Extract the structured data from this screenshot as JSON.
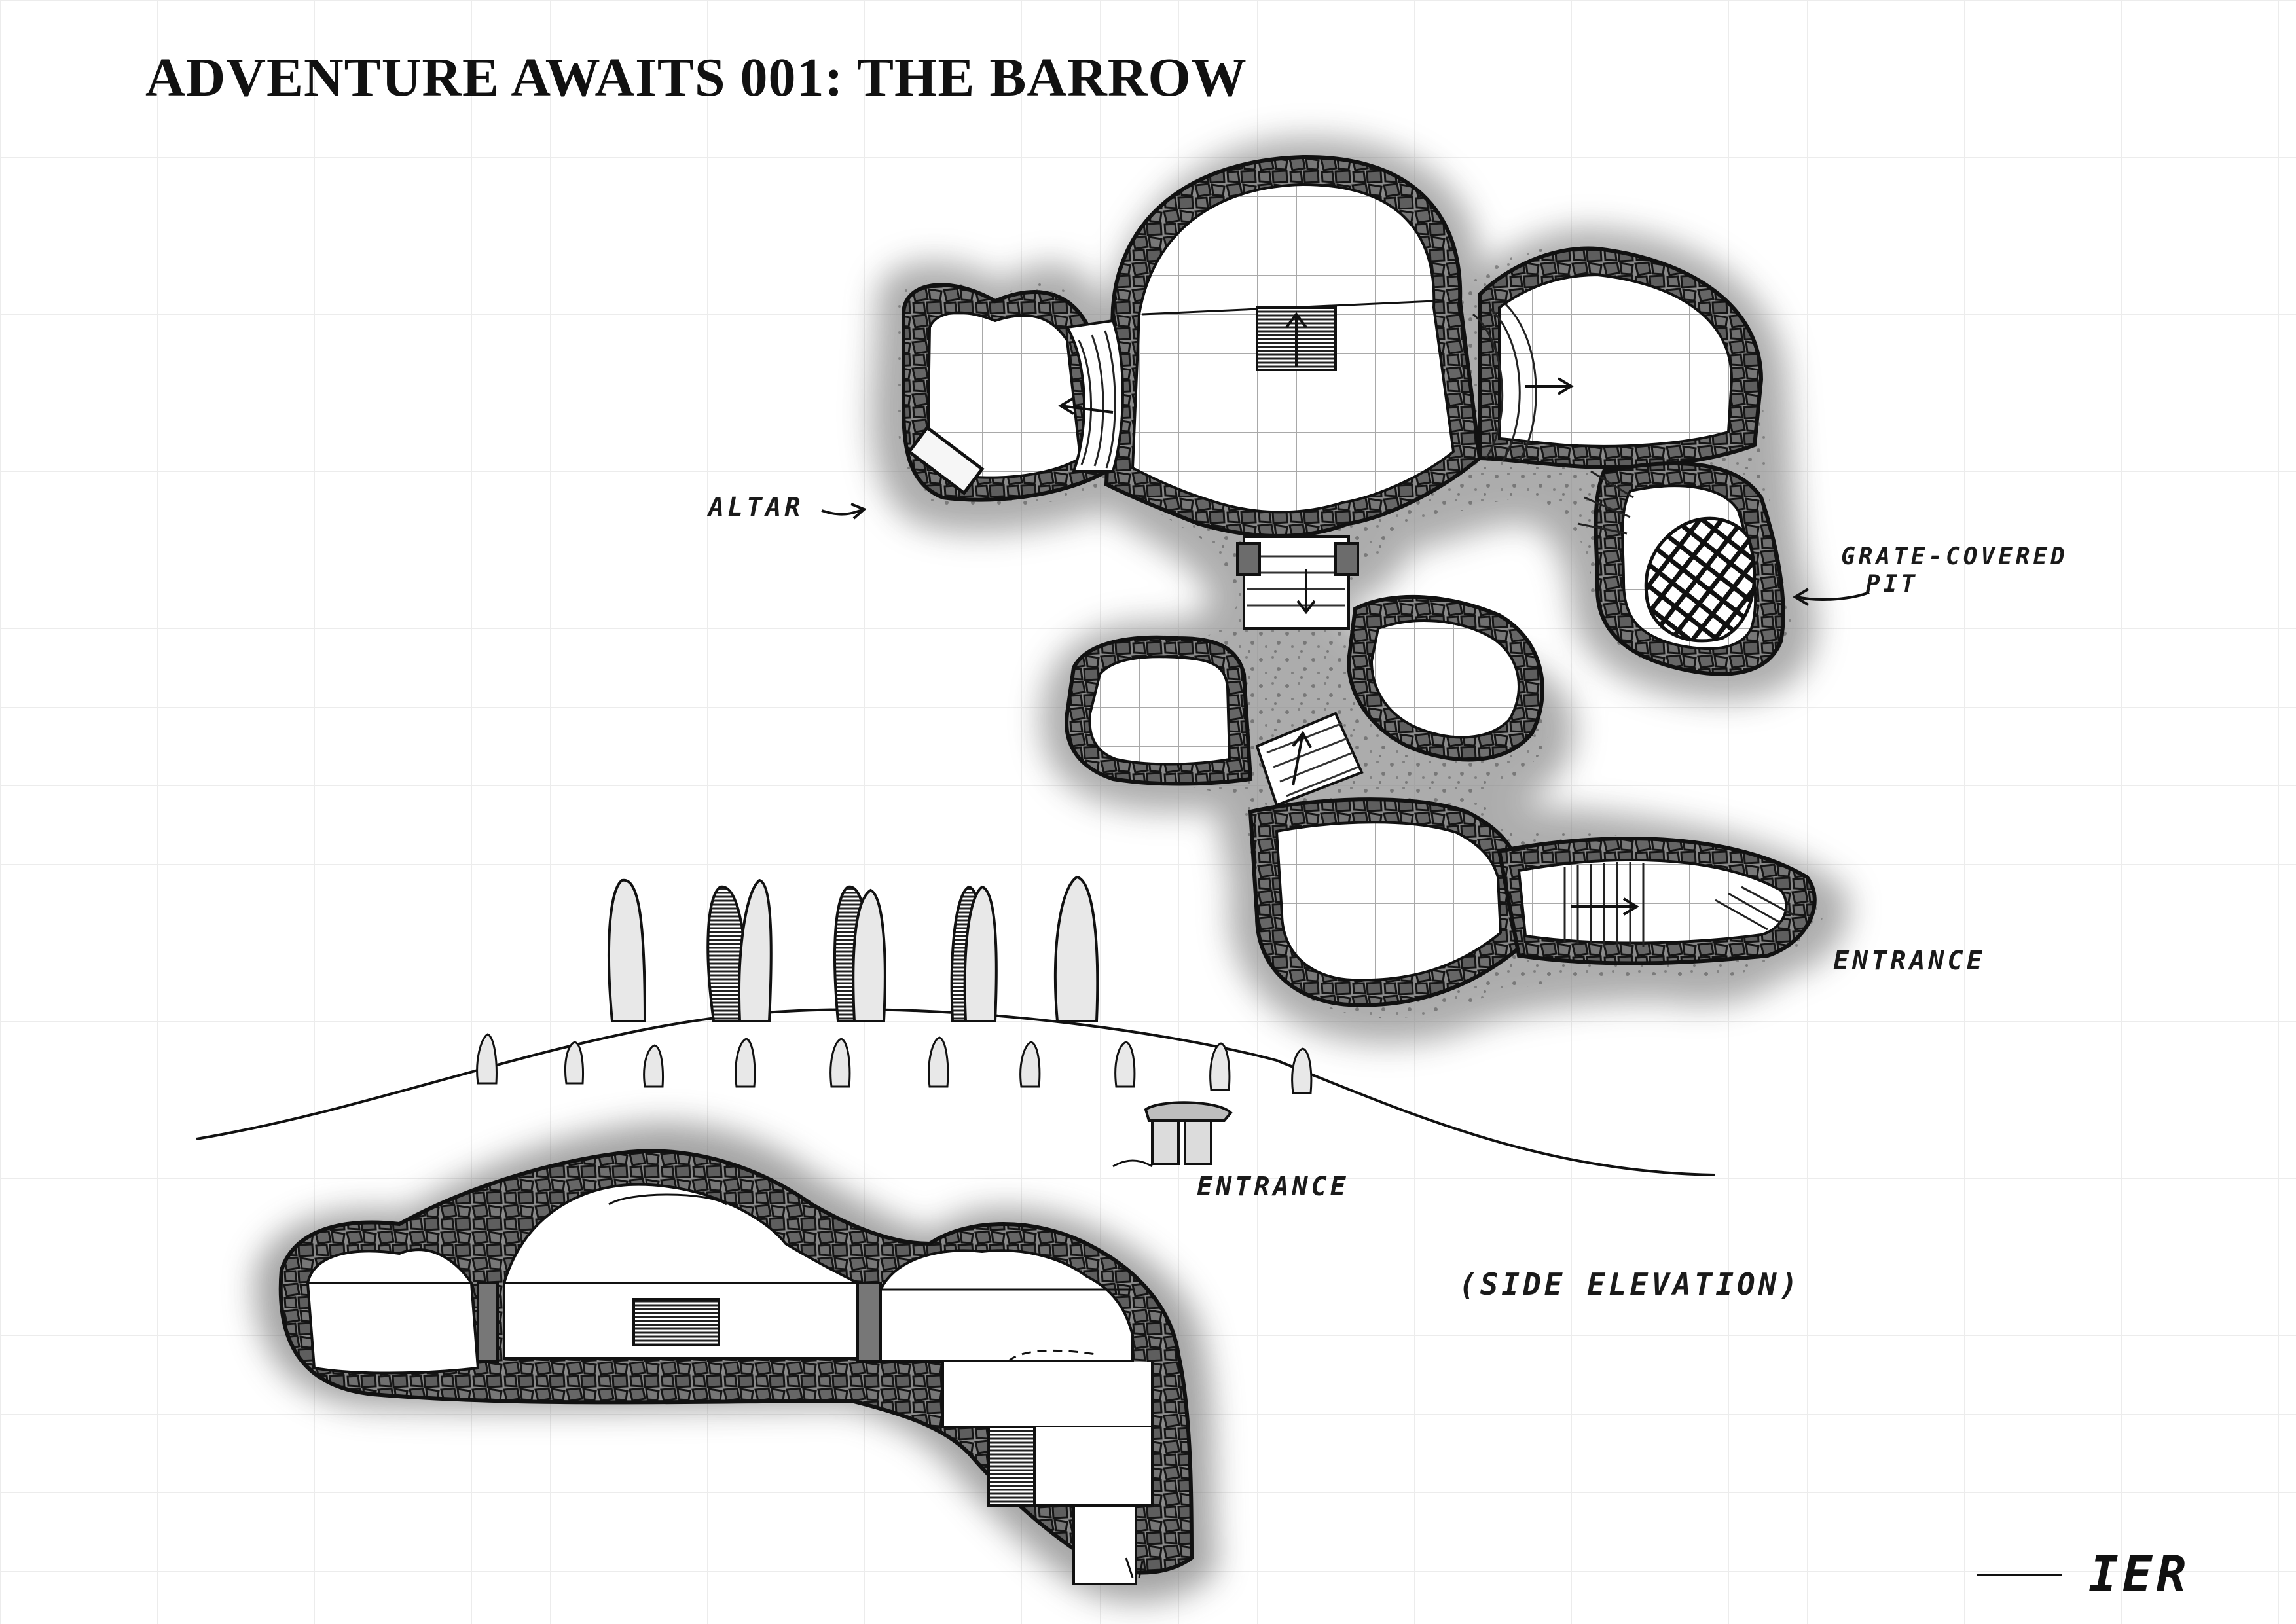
{
  "map": {
    "title": "ADVENTURE AWAITS 001: THE BARROW",
    "labels": {
      "altar": "ALTAR",
      "grate_pit_line1": "GRATE-COVERED",
      "grate_pit_line2": "PIT",
      "entrance_plan": "ENTRANCE",
      "entrance_elevation": "ENTRANCE",
      "side_elevation": "(SIDE ELEVATION)"
    },
    "signature": "IER",
    "colors": {
      "paper": "#ffffff",
      "ink": "#1a1a1a",
      "stone": "#7a7a7a",
      "grid": "#b8b8b8",
      "shadow": "#9a9a9a"
    }
  }
}
